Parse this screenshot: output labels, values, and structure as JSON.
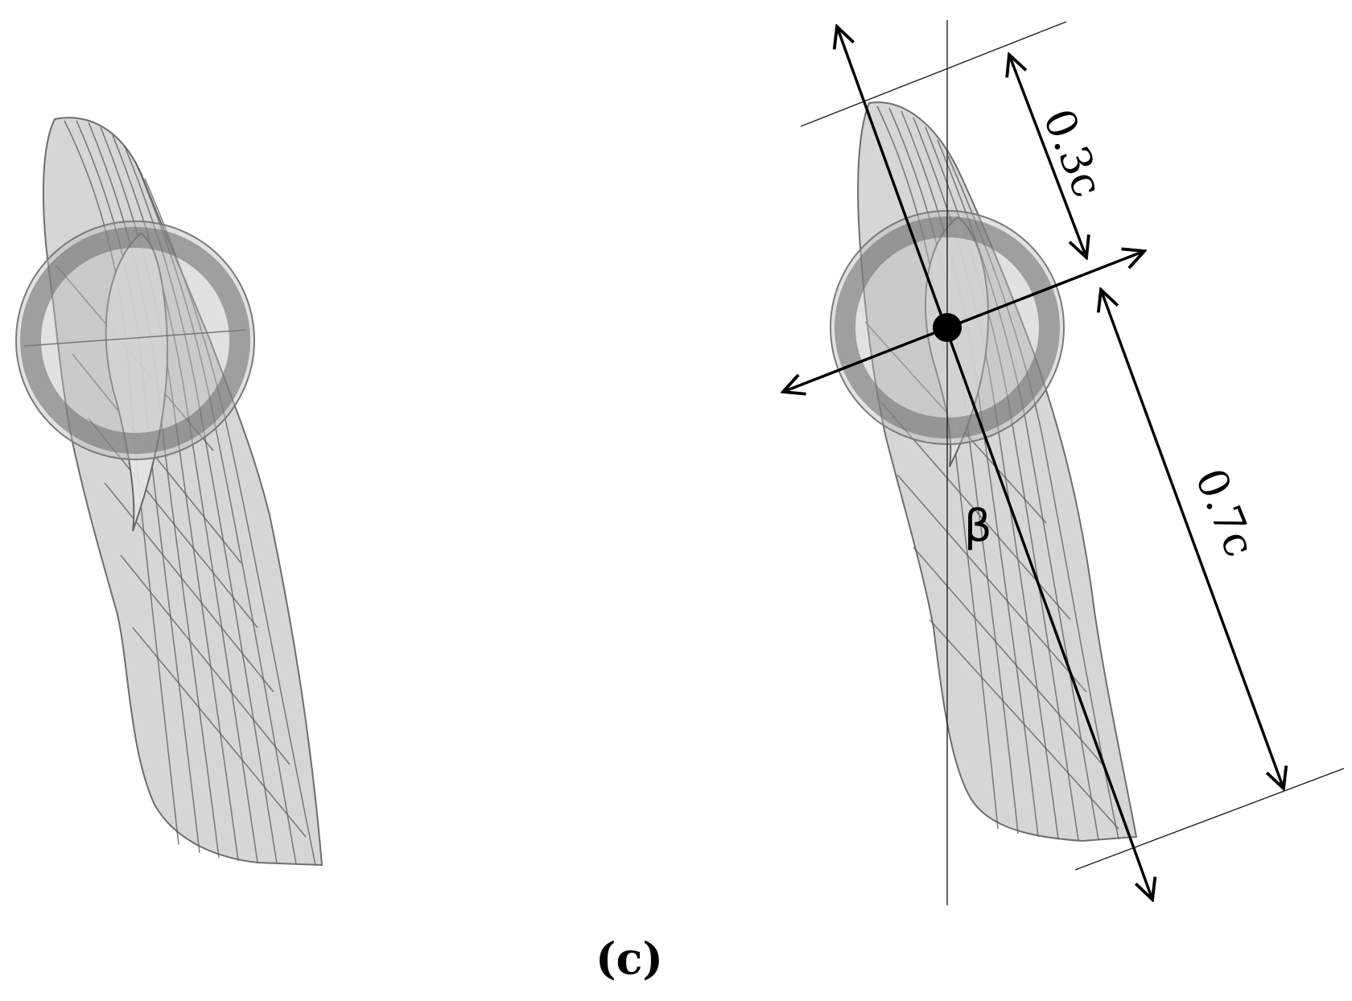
{
  "figure": {
    "panel_label": "(c)",
    "dim_short": "0.3c",
    "dim_long": "0.7c",
    "angle_symbol": "β"
  },
  "colors": {
    "blade_fill": "#cfcfcf",
    "blade_edge": "#6e6e6e",
    "annotation": "#000000"
  }
}
